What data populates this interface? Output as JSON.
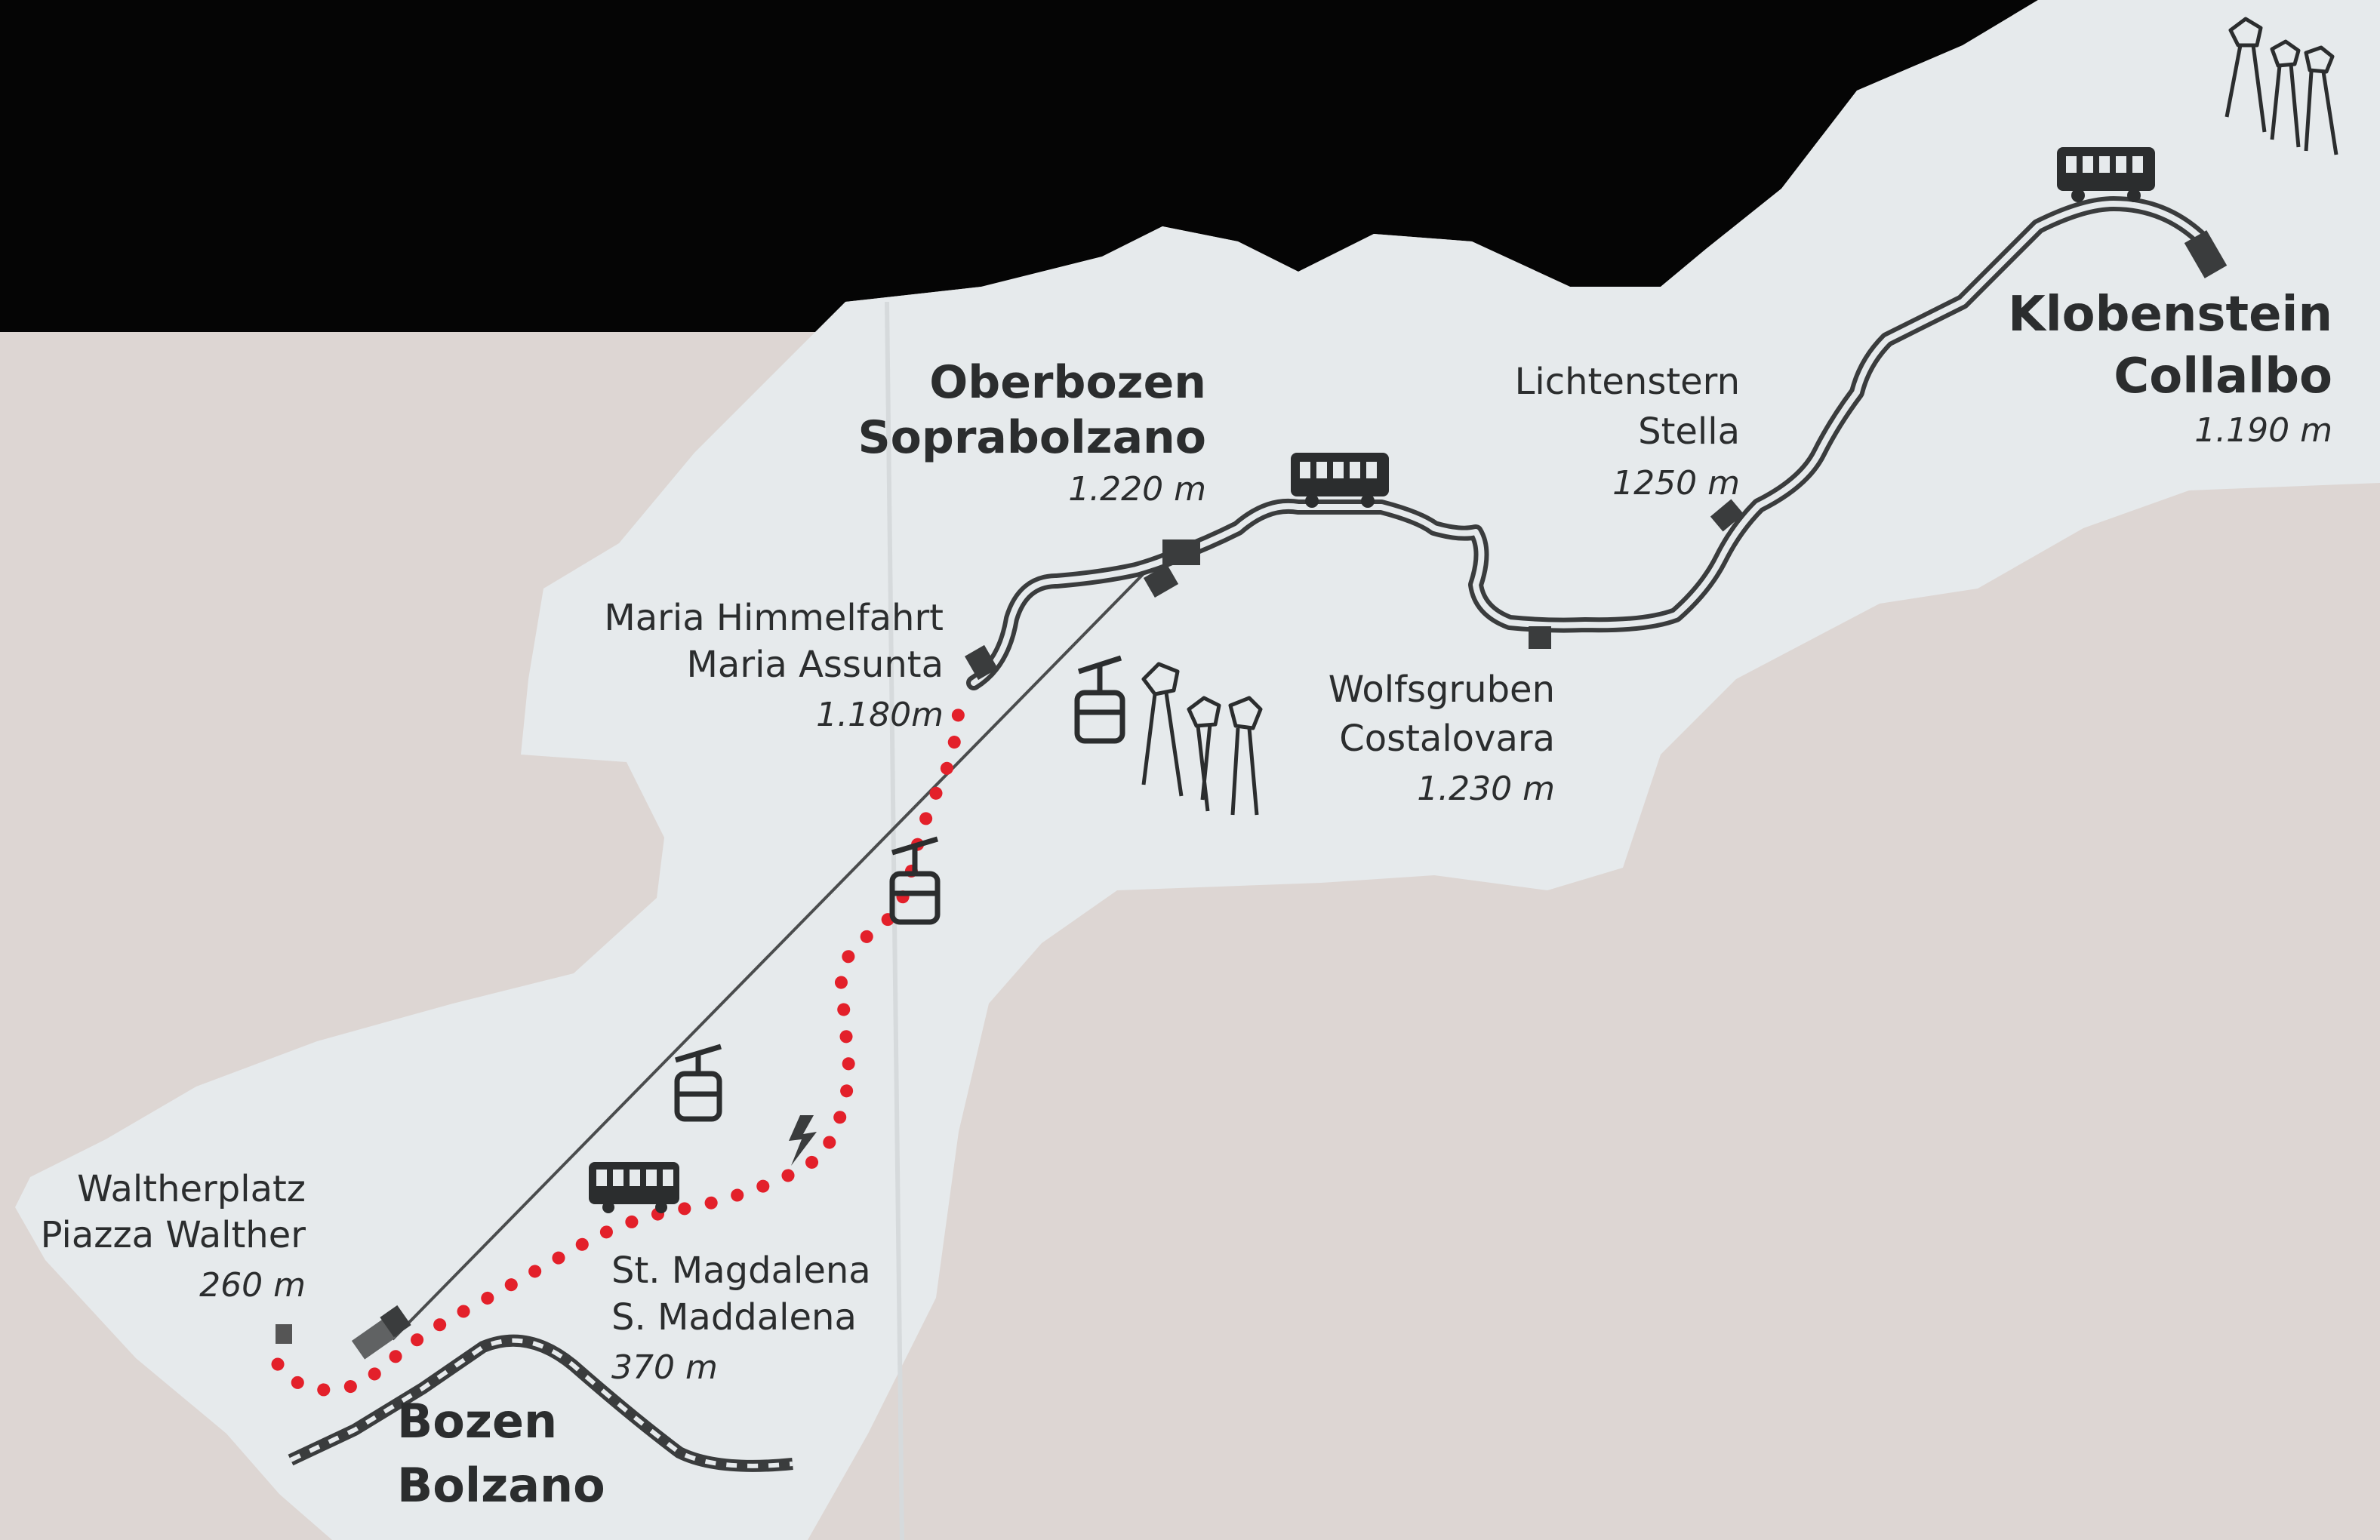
{
  "colors": {
    "background": "#ddd6d3",
    "paper": "#e8ecee",
    "dark_band": "#050505",
    "ink": "#2b2d2e",
    "walking_route": "#e3202a"
  },
  "places": {
    "waltherplatz": {
      "name_de": "Waltherplatz",
      "name_it": "Piazza Walther",
      "altitude": "260 m"
    },
    "bozen": {
      "name_de": "Bozen",
      "name_it": "Bolzano"
    },
    "st_magdalena": {
      "name_de": "St. Magdalena",
      "name_it": "S. Maddalena",
      "altitude": "370 m"
    },
    "maria_himmelfahrt": {
      "name_de": "Maria Himmelfahrt",
      "name_it": "Maria Assunta",
      "altitude": "1.180m"
    },
    "oberbozen": {
      "name_de": "Oberbozen",
      "name_it": "Soprabolzano",
      "altitude": "1.220 m"
    },
    "wolfsgruben": {
      "name_de": "Wolfsgruben",
      "name_it": "Costalovara",
      "altitude": "1.230 m"
    },
    "lichtenstern": {
      "name_de": "Lichtenstern",
      "name_it": "Stella",
      "altitude": "1250 m"
    },
    "klobenstein": {
      "name_de": "Klobenstein",
      "name_it": "Collalbo",
      "altitude": "1.190 m"
    }
  },
  "icons": [
    "cable-car-icon",
    "tram-icon",
    "earth-pyramids-icon",
    "lightning-icon",
    "station-marker-icon",
    "railway-track-icon"
  ]
}
